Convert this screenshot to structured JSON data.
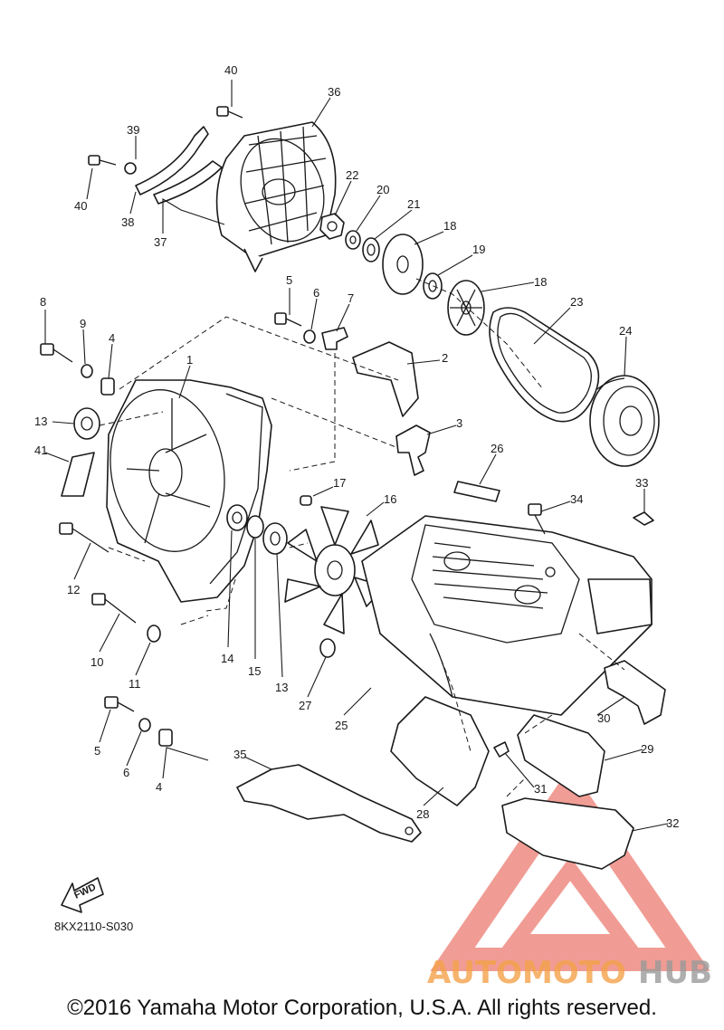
{
  "callouts": {
    "p40a": "40",
    "p36": "36",
    "p39": "39",
    "p40b": "40",
    "p38": "38",
    "p37": "37",
    "p22": "22",
    "p20": "20",
    "p21": "21",
    "p18a": "18",
    "p19": "19",
    "p18b": "18",
    "p5a": "5",
    "p6a": "6",
    "p7": "7",
    "p8": "8",
    "p9": "9",
    "p4a": "4",
    "p1": "1",
    "p2": "2",
    "p23": "23",
    "p24": "24",
    "p13a": "13",
    "p3": "3",
    "p26": "26",
    "p41": "41",
    "p17": "17",
    "p16": "16",
    "p33": "33",
    "p34": "34",
    "p12": "12",
    "p10": "10",
    "p11": "11",
    "p14": "14",
    "p15": "15",
    "p13b": "13",
    "p27": "27",
    "p25": "25",
    "p30": "30",
    "p29": "29",
    "p5b": "5",
    "p6b": "6",
    "p4b": "4",
    "p35": "35",
    "p31": "31",
    "p28": "28",
    "p32": "32"
  },
  "fwd_label": "FWD",
  "diagram_code": "8KX2110-S030",
  "copyright": "©2016 Yamaha Motor Corporation, U.S.A. All rights reserved.",
  "watermark": {
    "part1": "AUTOMOTO",
    "part2": "HUB",
    "color1": "#f4a24a",
    "color2": "#9a9a9a",
    "triangle_color": "#e23b2c"
  }
}
